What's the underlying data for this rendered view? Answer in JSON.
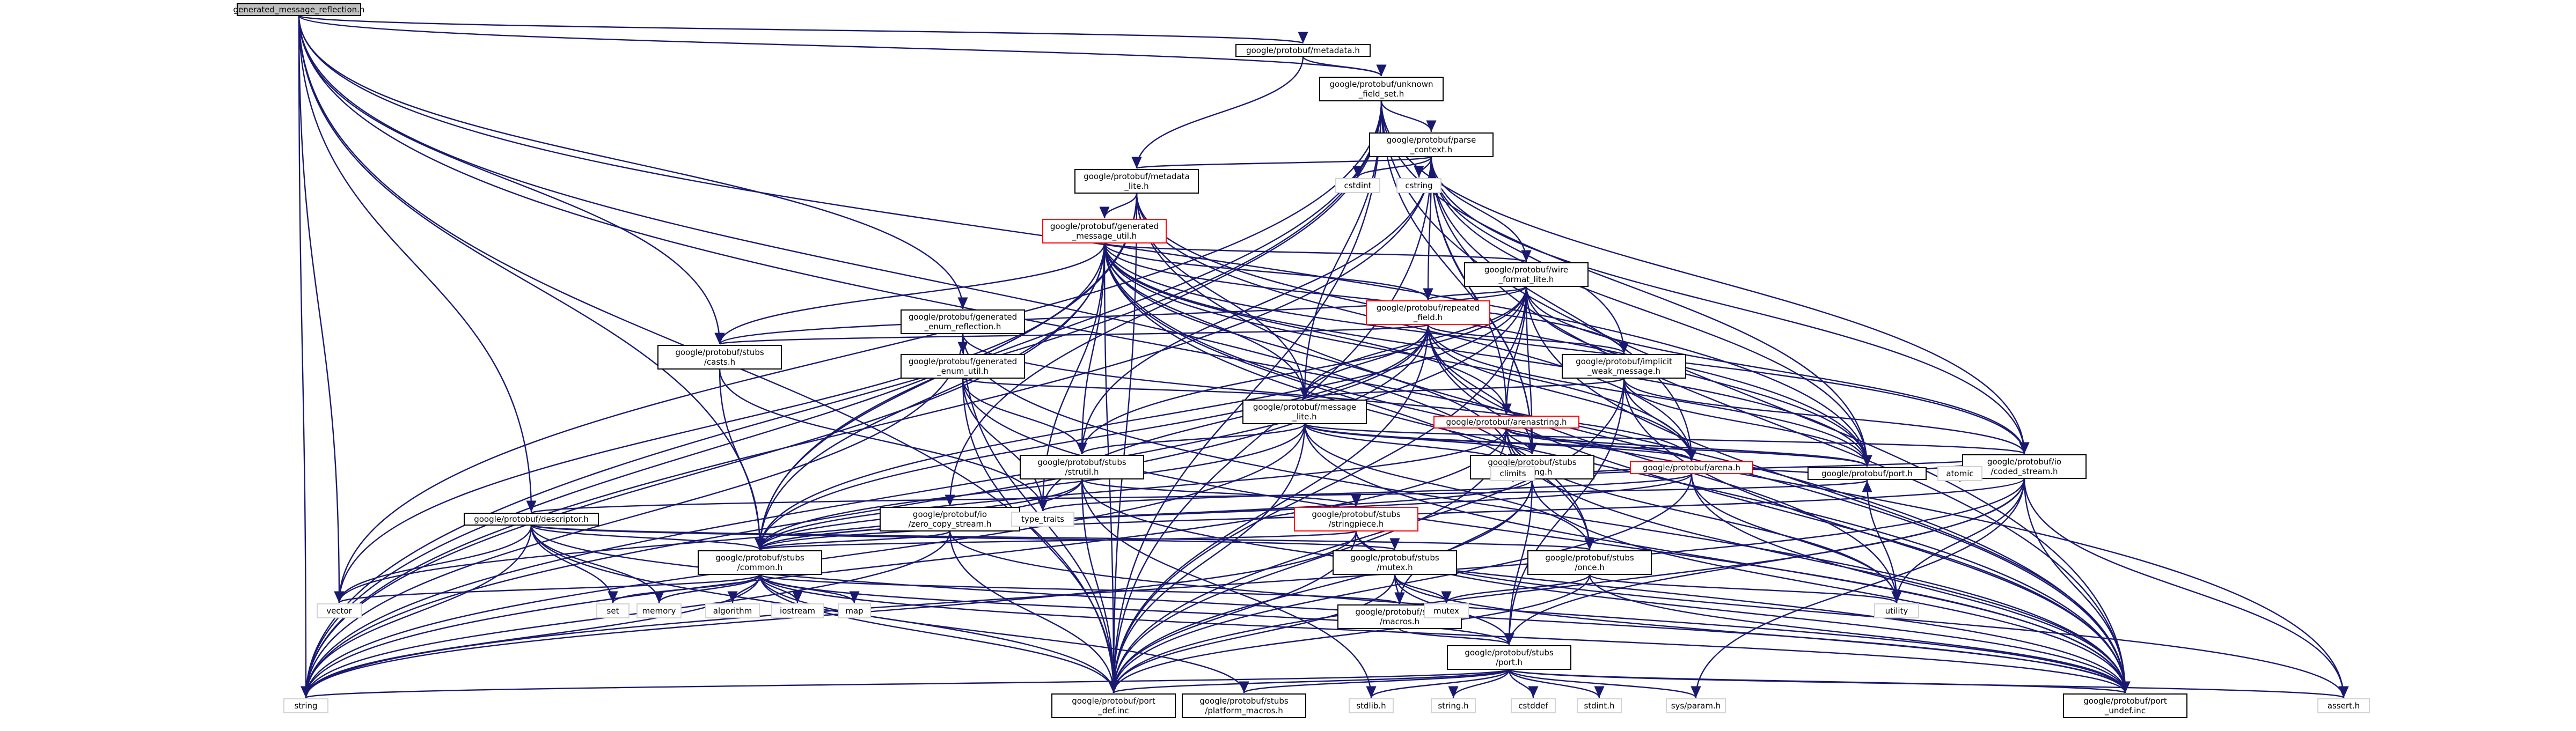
{
  "nodes": [
    {
      "id": "root",
      "lines": [
        "generated_message_reflection.h"
      ],
      "style": "root"
    },
    {
      "id": "metadata_h",
      "lines": [
        "google/protobuf/metadata.h"
      ],
      "style": "white"
    },
    {
      "id": "unknown",
      "lines": [
        "google/protobuf/unknown",
        "_field_set.h"
      ],
      "style": "white"
    },
    {
      "id": "parse",
      "lines": [
        "google/protobuf/parse",
        "_context.h"
      ],
      "style": "white"
    },
    {
      "id": "metalite",
      "lines": [
        "google/protobuf/metadata",
        "_lite.h"
      ],
      "style": "white"
    },
    {
      "id": "cstdint",
      "lines": [
        "cstdint"
      ],
      "style": "plain"
    },
    {
      "id": "cstring",
      "lines": [
        "cstring"
      ],
      "style": "plain"
    },
    {
      "id": "genmsgutil",
      "lines": [
        "google/protobuf/generated",
        "_message_util.h"
      ],
      "style": "red"
    },
    {
      "id": "wire",
      "lines": [
        "google/protobuf/wire",
        "_format_lite.h"
      ],
      "style": "white"
    },
    {
      "id": "repeated",
      "lines": [
        "google/protobuf/repeated",
        "_field.h"
      ],
      "style": "red"
    },
    {
      "id": "genenumrefl",
      "lines": [
        "google/protobuf/generated",
        "_enum_reflection.h"
      ],
      "style": "white"
    },
    {
      "id": "casts",
      "lines": [
        "google/protobuf/stubs",
        "/casts.h"
      ],
      "style": "white"
    },
    {
      "id": "genenumutil",
      "lines": [
        "google/protobuf/generated",
        "_enum_util.h"
      ],
      "style": "white"
    },
    {
      "id": "implicit",
      "lines": [
        "google/protobuf/implicit",
        "_weak_message.h"
      ],
      "style": "white"
    },
    {
      "id": "msglite",
      "lines": [
        "google/protobuf/message",
        "_lite.h"
      ],
      "style": "white"
    },
    {
      "id": "arenastring",
      "lines": [
        "google/protobuf/arenastring.h"
      ],
      "style": "red"
    },
    {
      "id": "strutil",
      "lines": [
        "google/protobuf/stubs",
        "/strutil.h"
      ],
      "style": "white"
    },
    {
      "id": "logging",
      "lines": [
        "google/protobuf/stubs",
        "/logging.h"
      ],
      "style": "white"
    },
    {
      "id": "arena",
      "lines": [
        "google/protobuf/arena.h"
      ],
      "style": "red"
    },
    {
      "id": "coded",
      "lines": [
        "google/protobuf/io",
        "/coded_stream.h"
      ],
      "style": "white"
    },
    {
      "id": "zerocopy",
      "lines": [
        "google/protobuf/io",
        "/zero_copy_stream.h"
      ],
      "style": "white"
    },
    {
      "id": "stringpiece",
      "lines": [
        "google/protobuf/stubs",
        "/stringpiece.h"
      ],
      "style": "red"
    },
    {
      "id": "typetraits",
      "lines": [
        "type_traits"
      ],
      "style": "plain"
    },
    {
      "id": "portg",
      "lines": [
        "google/protobuf/port.h"
      ],
      "style": "white"
    },
    {
      "id": "atomic",
      "lines": [
        "atomic"
      ],
      "style": "plain"
    },
    {
      "id": "climits",
      "lines": [
        "climits"
      ],
      "style": "plain"
    },
    {
      "id": "descriptor",
      "lines": [
        "google/protobuf/descriptor.h"
      ],
      "style": "white"
    },
    {
      "id": "common",
      "lines": [
        "google/protobuf/stubs",
        "/common.h"
      ],
      "style": "white"
    },
    {
      "id": "mutex",
      "lines": [
        "google/protobuf/stubs",
        "/mutex.h"
      ],
      "style": "white"
    },
    {
      "id": "once",
      "lines": [
        "google/protobuf/stubs",
        "/once.h"
      ],
      "style": "white"
    },
    {
      "id": "macros",
      "lines": [
        "google/protobuf/stubs",
        "/macros.h"
      ],
      "style": "white"
    },
    {
      "id": "stubsport",
      "lines": [
        "google/protobuf/stubs",
        "/port.h"
      ],
      "style": "white"
    },
    {
      "id": "vector",
      "lines": [
        "vector"
      ],
      "style": "plain"
    },
    {
      "id": "set",
      "lines": [
        "set"
      ],
      "style": "plain"
    },
    {
      "id": "memory",
      "lines": [
        "memory"
      ],
      "style": "plain"
    },
    {
      "id": "algorithm",
      "lines": [
        "algorithm"
      ],
      "style": "plain"
    },
    {
      "id": "iostream",
      "lines": [
        "iostream"
      ],
      "style": "plain"
    },
    {
      "id": "map",
      "lines": [
        "map"
      ],
      "style": "plain"
    },
    {
      "id": "mutexstd",
      "lines": [
        "mutex"
      ],
      "style": "plain"
    },
    {
      "id": "utility",
      "lines": [
        "utility"
      ],
      "style": "plain"
    },
    {
      "id": "string",
      "lines": [
        "string"
      ],
      "style": "plain"
    },
    {
      "id": "portdef",
      "lines": [
        "google/protobuf/port",
        "_def.inc"
      ],
      "style": "white"
    },
    {
      "id": "platform",
      "lines": [
        "google/protobuf/stubs",
        "/platform_macros.h"
      ],
      "style": "white"
    },
    {
      "id": "stdlib",
      "lines": [
        "stdlib.h"
      ],
      "style": "plain"
    },
    {
      "id": "stringh",
      "lines": [
        "string.h"
      ],
      "style": "plain"
    },
    {
      "id": "cstddef",
      "lines": [
        "cstddef"
      ],
      "style": "plain"
    },
    {
      "id": "stdint",
      "lines": [
        "stdint.h"
      ],
      "style": "plain"
    },
    {
      "id": "sysparam",
      "lines": [
        "sys/param.h"
      ],
      "style": "plain"
    },
    {
      "id": "portundef",
      "lines": [
        "google/protobuf/port",
        "_undef.inc"
      ],
      "style": "white"
    },
    {
      "id": "assert",
      "lines": [
        "assert.h"
      ],
      "style": "plain"
    }
  ],
  "edges": [
    [
      "root",
      "metadata_h"
    ],
    [
      "root",
      "unknown"
    ],
    [
      "root",
      "genenumrefl"
    ],
    [
      "root",
      "casts"
    ],
    [
      "root",
      "descriptor"
    ],
    [
      "root",
      "common"
    ],
    [
      "root",
      "string"
    ],
    [
      "root",
      "vector"
    ],
    [
      "root",
      "portdef"
    ],
    [
      "root",
      "portundef"
    ],
    [
      "root",
      "portg"
    ],
    [
      "root",
      "once"
    ],
    [
      "metadata_h",
      "metalite"
    ],
    [
      "metadata_h",
      "unknown"
    ],
    [
      "unknown",
      "parse"
    ],
    [
      "unknown",
      "coded"
    ],
    [
      "unknown",
      "zerocopy"
    ],
    [
      "unknown",
      "msglite"
    ],
    [
      "unknown",
      "common"
    ],
    [
      "unknown",
      "logging"
    ],
    [
      "unknown",
      "vector"
    ],
    [
      "unknown",
      "string"
    ],
    [
      "unknown",
      "portdef"
    ],
    [
      "unknown",
      "portundef"
    ],
    [
      "unknown",
      "portg"
    ],
    [
      "parse",
      "metalite"
    ],
    [
      "parse",
      "cstdint"
    ],
    [
      "parse",
      "cstring"
    ],
    [
      "parse",
      "wire"
    ],
    [
      "parse",
      "repeated"
    ],
    [
      "parse",
      "implicit"
    ],
    [
      "parse",
      "arenastring"
    ],
    [
      "parse",
      "coded"
    ],
    [
      "parse",
      "strutil"
    ],
    [
      "parse",
      "string"
    ],
    [
      "parse",
      "portdef"
    ],
    [
      "parse",
      "portundef"
    ],
    [
      "parse",
      "portg"
    ],
    [
      "parse",
      "arena"
    ],
    [
      "parse",
      "logging"
    ],
    [
      "metalite",
      "genmsgutil"
    ],
    [
      "metalite",
      "msglite"
    ],
    [
      "metalite",
      "string"
    ],
    [
      "metalite",
      "common"
    ],
    [
      "metalite",
      "portdef"
    ],
    [
      "metalite",
      "portundef"
    ],
    [
      "metalite",
      "arena"
    ],
    [
      "metalite",
      "portg"
    ],
    [
      "genmsgutil",
      "wire"
    ],
    [
      "genmsgutil",
      "repeated"
    ],
    [
      "genmsgutil",
      "implicit"
    ],
    [
      "genmsgutil",
      "casts"
    ],
    [
      "genmsgutil",
      "msglite"
    ],
    [
      "genmsgutil",
      "strutil"
    ],
    [
      "genmsgutil",
      "common"
    ],
    [
      "genmsgutil",
      "once"
    ],
    [
      "genmsgutil",
      "arena"
    ],
    [
      "genmsgutil",
      "portg"
    ],
    [
      "genmsgutil",
      "coded"
    ],
    [
      "genmsgutil",
      "typetraits"
    ],
    [
      "genmsgutil",
      "climits"
    ],
    [
      "genmsgutil",
      "vector"
    ],
    [
      "genmsgutil",
      "string"
    ],
    [
      "genmsgutil",
      "assert"
    ],
    [
      "genmsgutil",
      "portdef"
    ],
    [
      "genmsgutil",
      "portundef"
    ],
    [
      "genmsgutil",
      "arenastring"
    ],
    [
      "wire",
      "repeated"
    ],
    [
      "wire",
      "msglite"
    ],
    [
      "wire",
      "arenastring"
    ],
    [
      "wire",
      "coded"
    ],
    [
      "wire",
      "common"
    ],
    [
      "wire",
      "logging"
    ],
    [
      "wire",
      "portg"
    ],
    [
      "wire",
      "string"
    ],
    [
      "wire",
      "portdef"
    ],
    [
      "wire",
      "portundef"
    ],
    [
      "wire",
      "casts"
    ],
    [
      "wire",
      "strutil"
    ],
    [
      "repeated",
      "msglite"
    ],
    [
      "repeated",
      "arena"
    ],
    [
      "repeated",
      "implicit"
    ],
    [
      "repeated",
      "logging"
    ],
    [
      "repeated",
      "common"
    ],
    [
      "repeated",
      "typetraits"
    ],
    [
      "repeated",
      "string"
    ],
    [
      "repeated",
      "utility"
    ],
    [
      "repeated",
      "portdef"
    ],
    [
      "repeated",
      "portundef"
    ],
    [
      "repeated",
      "portg"
    ],
    [
      "repeated",
      "casts"
    ],
    [
      "genenumrefl",
      "genenumutil"
    ],
    [
      "genenumrefl",
      "portdef"
    ],
    [
      "genenumrefl",
      "string"
    ],
    [
      "genenumrefl",
      "arena"
    ],
    [
      "genenumrefl",
      "portundef"
    ],
    [
      "casts",
      "common"
    ],
    [
      "casts",
      "typetraits"
    ],
    [
      "genenumutil",
      "msglite"
    ],
    [
      "genenumutil",
      "strutil"
    ],
    [
      "genenumutil",
      "typetraits"
    ],
    [
      "genenumutil",
      "portdef"
    ],
    [
      "genenumutil",
      "portundef"
    ],
    [
      "implicit",
      "msglite"
    ],
    [
      "implicit",
      "arena"
    ],
    [
      "implicit",
      "coded"
    ],
    [
      "implicit",
      "portg"
    ],
    [
      "implicit",
      "portdef"
    ],
    [
      "implicit",
      "portundef"
    ],
    [
      "implicit",
      "stubsport"
    ],
    [
      "msglite",
      "strutil"
    ],
    [
      "msglite",
      "logging"
    ],
    [
      "msglite",
      "arena"
    ],
    [
      "msglite",
      "coded"
    ],
    [
      "msglite",
      "once"
    ],
    [
      "msglite",
      "portg"
    ],
    [
      "msglite",
      "common"
    ],
    [
      "msglite",
      "climits"
    ],
    [
      "msglite",
      "string"
    ],
    [
      "msglite",
      "portdef"
    ],
    [
      "msglite",
      "portundef"
    ],
    [
      "arenastring",
      "logging"
    ],
    [
      "arenastring",
      "arena"
    ],
    [
      "arenastring",
      "portg"
    ],
    [
      "arenastring",
      "common"
    ],
    [
      "arenastring",
      "string"
    ],
    [
      "arenastring",
      "utility"
    ],
    [
      "arenastring",
      "portdef"
    ],
    [
      "arenastring",
      "portundef"
    ],
    [
      "strutil",
      "stringpiece"
    ],
    [
      "strutil",
      "common"
    ],
    [
      "strutil",
      "stdlib"
    ],
    [
      "strutil",
      "vector"
    ],
    [
      "strutil",
      "portdef"
    ],
    [
      "strutil",
      "portundef"
    ],
    [
      "logging",
      "macros"
    ],
    [
      "logging",
      "stubsport"
    ],
    [
      "logging",
      "portdef"
    ],
    [
      "logging",
      "portundef"
    ],
    [
      "logging",
      "common"
    ],
    [
      "arena",
      "typetraits"
    ],
    [
      "arena",
      "utility"
    ],
    [
      "arena",
      "portg"
    ],
    [
      "arena",
      "common"
    ],
    [
      "arena",
      "portdef"
    ],
    [
      "arena",
      "portundef"
    ],
    [
      "arena",
      "logging"
    ],
    [
      "coded",
      "portg"
    ],
    [
      "coded",
      "atomic"
    ],
    [
      "coded",
      "climits"
    ],
    [
      "coded",
      "utility"
    ],
    [
      "coded",
      "sysparam"
    ],
    [
      "coded",
      "stubsport"
    ],
    [
      "coded",
      "common"
    ],
    [
      "coded",
      "assert"
    ],
    [
      "coded",
      "portdef"
    ],
    [
      "coded",
      "portundef"
    ],
    [
      "coded",
      "string"
    ],
    [
      "zerocopy",
      "common"
    ],
    [
      "zerocopy",
      "string"
    ],
    [
      "zerocopy",
      "portdef"
    ],
    [
      "zerocopy",
      "portundef"
    ],
    [
      "stringpiece",
      "common"
    ],
    [
      "stringpiece",
      "hash"
    ],
    [
      "stringpiece",
      "string"
    ],
    [
      "stringpiece",
      "portdef"
    ],
    [
      "stringpiece",
      "portundef"
    ],
    [
      "stringpiece",
      "assert"
    ],
    [
      "descriptor",
      "common"
    ],
    [
      "descriptor",
      "mutex"
    ],
    [
      "descriptor",
      "once"
    ],
    [
      "descriptor",
      "set"
    ],
    [
      "descriptor",
      "memory"
    ],
    [
      "descriptor",
      "vector"
    ],
    [
      "descriptor",
      "string"
    ],
    [
      "descriptor",
      "portdef"
    ],
    [
      "descriptor",
      "portundef"
    ],
    [
      "descriptor",
      "portg"
    ],
    [
      "common",
      "macros"
    ],
    [
      "common",
      "stubsport"
    ],
    [
      "common",
      "vector"
    ],
    [
      "common",
      "set"
    ],
    [
      "common",
      "memory"
    ],
    [
      "common",
      "algorithm"
    ],
    [
      "common",
      "iostream"
    ],
    [
      "common",
      "map"
    ],
    [
      "common",
      "string"
    ],
    [
      "common",
      "portdef"
    ],
    [
      "common",
      "portundef"
    ],
    [
      "common",
      "platform"
    ],
    [
      "mutex",
      "macros"
    ],
    [
      "mutex",
      "mutexstd"
    ],
    [
      "mutex",
      "stubsport"
    ],
    [
      "mutex",
      "portdef"
    ],
    [
      "mutex",
      "portundef"
    ],
    [
      "once",
      "mutexstd"
    ],
    [
      "once",
      "utility"
    ],
    [
      "once",
      "portdef"
    ],
    [
      "once",
      "portundef"
    ],
    [
      "macros",
      "stubsport"
    ],
    [
      "stubsport",
      "portdef"
    ],
    [
      "stubsport",
      "platform"
    ],
    [
      "stubsport",
      "stdlib"
    ],
    [
      "stubsport",
      "stringh"
    ],
    [
      "stubsport",
      "cstddef"
    ],
    [
      "stubsport",
      "stdint"
    ],
    [
      "stubsport",
      "sysparam"
    ],
    [
      "stubsport",
      "portundef"
    ],
    [
      "stubsport",
      "assert"
    ],
    [
      "stubsport",
      "string"
    ],
    [
      "portg",
      "utility"
    ]
  ]
}
